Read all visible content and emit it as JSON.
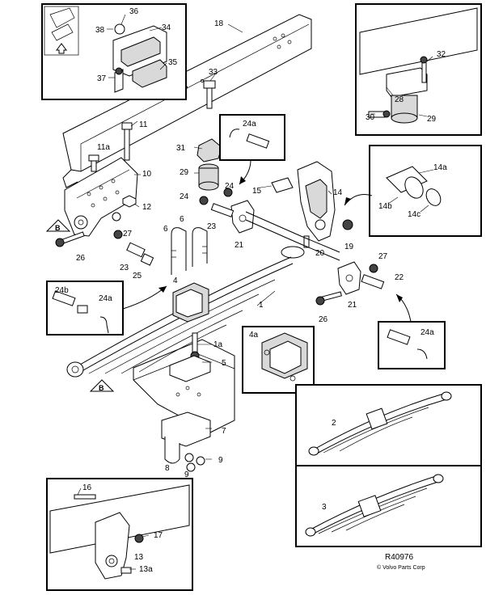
{
  "callouts": {
    "c1": "1",
    "c1a": "1a",
    "c2": "2",
    "c3": "3",
    "c4": "4",
    "c4a_box": "4a",
    "c5": "5",
    "c6a": "6",
    "c6b": "6",
    "c7": "7",
    "c8": "8",
    "c9a": "9",
    "c9b": "9",
    "c10": "10",
    "c11": "11",
    "c11a": "11a",
    "c12": "12",
    "c13": "13",
    "c13a": "13a",
    "c14": "14",
    "c14a": "14a",
    "c14b": "14b",
    "c14c": "14c",
    "c15": "15",
    "c16": "16",
    "c17": "17",
    "c18": "18",
    "c19": "19",
    "c20": "20",
    "c21a": "21",
    "c21b": "21",
    "c22": "22",
    "c23a": "23",
    "c23b": "23",
    "c24a": "24",
    "c24b": "24",
    "c24a_top": "24a",
    "c24b_left": "24b",
    "c24a_left": "24a",
    "c24a_right": "24a",
    "c25": "25",
    "c26a": "26",
    "c26b": "26",
    "c27a": "27",
    "c27b": "27",
    "c28": "28",
    "c29a": "29",
    "c29b": "29",
    "c30": "30",
    "c31": "31",
    "c32": "32",
    "c33": "33",
    "c34": "34",
    "c35": "35",
    "c36": "36",
    "c37": "37",
    "c38": "38",
    "markerB1": "B",
    "markerB2": "B"
  },
  "footer": {
    "ref": "R40976",
    "copyright": "© Volvo Parts Corp"
  },
  "icons": [
    "orientation-arrow-icon",
    "view-reference-marker-b"
  ]
}
